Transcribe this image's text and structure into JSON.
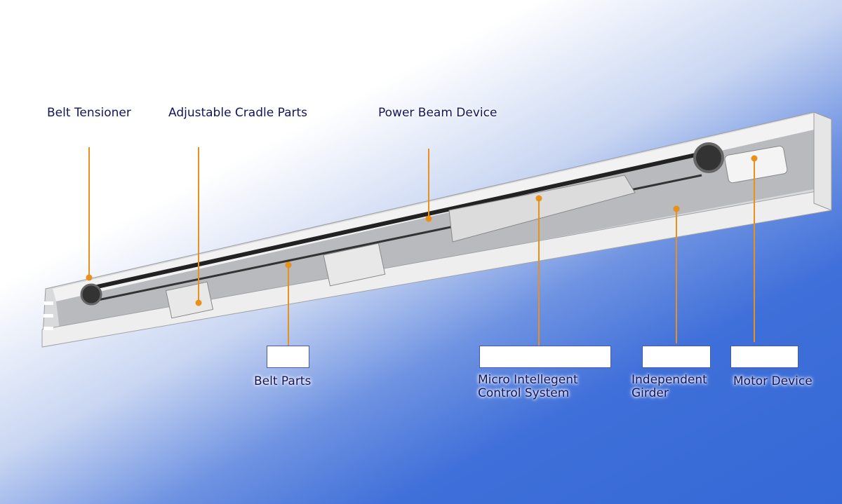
{
  "labels": {
    "belt_tensioner": "Belt Tensioner",
    "adjustable_cradle": "Adjustable Cradle Parts",
    "power_beam": "Power Beam Device",
    "belt_parts": "Belt Parts",
    "micro_control_line1": "Micro Intellegent",
    "micro_control_line2": "Control System",
    "girder_line1": "Independent",
    "girder_line2": "Girder",
    "motor": "Motor Device"
  },
  "colors": {
    "leader": "#e8901a",
    "label_text": "#14145e",
    "background_blue": "#3569d6"
  }
}
